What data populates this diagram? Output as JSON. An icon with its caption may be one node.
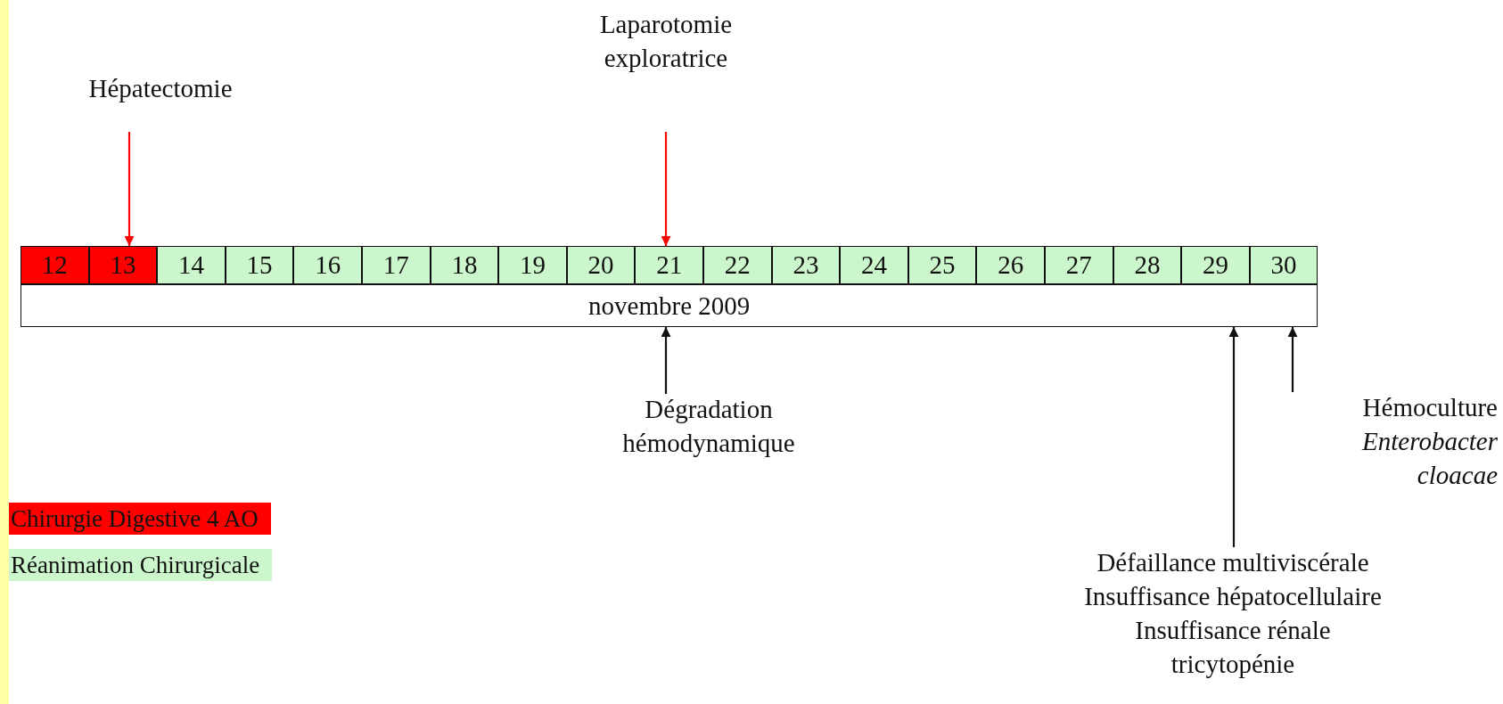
{
  "diagram": {
    "nodes": [
      {
        "text": [
          "Hépatectomie"
        ]
      },
      {
        "text": [
          "Laparotomie exploratrice"
        ]
      },
      {
        "text": [
          "12"
        ]
      },
      {
        "text": [
          "13"
        ]
      },
      {
        "text": [
          "14"
        ]
      },
      {
        "text": [
          "15"
        ]
      },
      {
        "text": [
          "16"
        ]
      },
      {
        "text": [
          "17"
        ]
      },
      {
        "text": [
          "18"
        ]
      },
      {
        "text": [
          "19"
        ]
      },
      {
        "text": [
          "20"
        ]
      },
      {
        "text": [
          "21"
        ]
      },
      {
        "text": [
          "22"
        ]
      },
      {
        "text": [
          "23"
        ]
      },
      {
        "text": [
          "24"
        ]
      },
      {
        "text": [
          "25"
        ]
      },
      {
        "text": [
          "26"
        ]
      },
      {
        "text": [
          "27"
        ]
      },
      {
        "text": [
          "28"
        ]
      },
      {
        "text": [
          "29"
        ]
      },
      {
        "text": [
          "30"
        ]
      },
      {
        "text": [
          "novembre 2009"
        ]
      },
      {
        "text": [
          "Dégradation hémodynamique"
        ]
      },
      {
        "text": [
          "Défaillance multiviscérale",
          "Insuffisance hépatocellulaire",
          "Insuffisance rénale",
          "tricytopénie"
        ]
      },
      {
        "text": [
          "Hémoculture",
          "Enterobacter cloacae"
        ]
      }
    ],
    "edges": [
      {
        "from": 0,
        "to": 3,
        "arrow": "to",
        "color": "#ff0000"
      },
      {
        "from": 1,
        "to": 11,
        "arrow": "to",
        "color": "#ff0000"
      },
      {
        "from": 22,
        "to": 21,
        "arrow": "to"
      },
      {
        "from": 23,
        "to": 21,
        "arrow": "to"
      },
      {
        "from": 24,
        "to": 21,
        "arrow": "to"
      }
    ],
    "legend": [
      {
        "text": "Chirurgie Digestive 4 AO",
        "color": "#ff0000"
      },
      {
        "text": "Réanimation Chirurgicale",
        "color": "#ccf7cc"
      }
    ]
  }
}
